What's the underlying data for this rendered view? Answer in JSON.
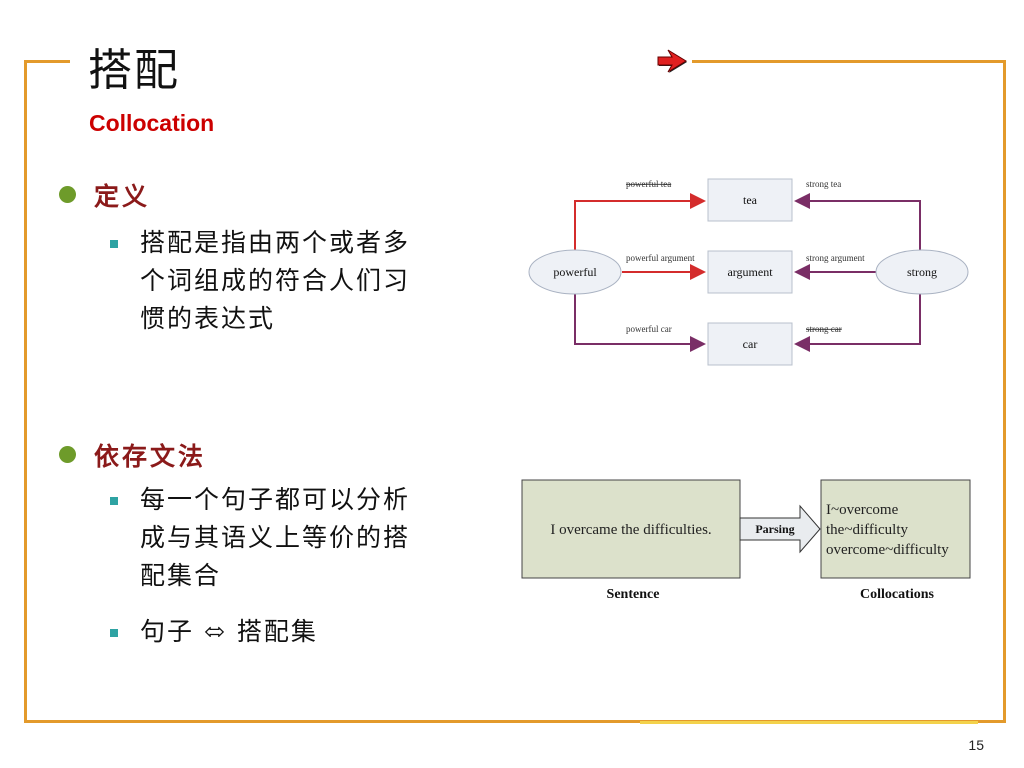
{
  "slide": {
    "title": "搭配",
    "subtitle": "Collocation",
    "page_number": "15"
  },
  "sections": [
    {
      "heading": "定义",
      "items": [
        [
          "搭配是指由两个或者多",
          "个词组成的符合人们习",
          "惯的表达式"
        ]
      ]
    },
    {
      "heading": "依存文法",
      "items": [
        [
          "每一个句子都可以分析",
          "成与其语义上等价的搭",
          "配集合"
        ],
        [
          "句子 ⬄ 搭配集"
        ]
      ]
    }
  ],
  "diagram1": {
    "left_node": "powerful",
    "right_node": "strong",
    "boxes": [
      "tea",
      "argument",
      "car"
    ],
    "left_labels": [
      "powerful tea",
      "powerful argument",
      "powerful car"
    ],
    "right_labels": [
      "strong tea",
      "strong argument",
      "strong car"
    ]
  },
  "diagram2": {
    "sentence": "I overcame the difficulties.",
    "arrow_label": "Parsing",
    "collocations": [
      "I~overcome",
      "the~difficulty",
      "overcome~difficulty"
    ],
    "left_caption": "Sentence",
    "right_caption": "Collocations"
  },
  "colors": {
    "frame": "#E39A2B",
    "accent_red": "#CC0000",
    "heading": "#8B1A1A",
    "bullet_green": "#6E9B2A",
    "bullet_teal": "#2EA3A3"
  }
}
